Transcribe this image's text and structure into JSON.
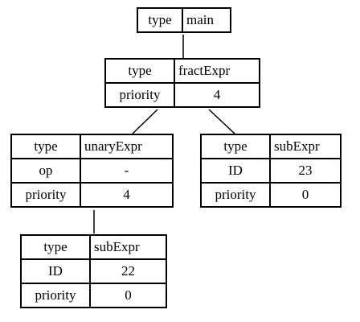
{
  "nodes": {
    "main": {
      "rows": [
        {
          "key": "type",
          "value": "main"
        }
      ]
    },
    "fract": {
      "rows": [
        {
          "key": "type",
          "value": "fractExpr"
        },
        {
          "key": "priority",
          "value": "4"
        }
      ]
    },
    "unary": {
      "rows": [
        {
          "key": "type",
          "value": "unaryExpr"
        },
        {
          "key": "op",
          "value": "-"
        },
        {
          "key": "priority",
          "value": "4"
        }
      ]
    },
    "sub23": {
      "rows": [
        {
          "key": "type",
          "value": "subExpr"
        },
        {
          "key": "ID",
          "value": "23"
        },
        {
          "key": "priority",
          "value": "0"
        }
      ]
    },
    "sub22": {
      "rows": [
        {
          "key": "type",
          "value": "subExpr"
        },
        {
          "key": "ID",
          "value": "22"
        },
        {
          "key": "priority",
          "value": "0"
        }
      ]
    }
  }
}
